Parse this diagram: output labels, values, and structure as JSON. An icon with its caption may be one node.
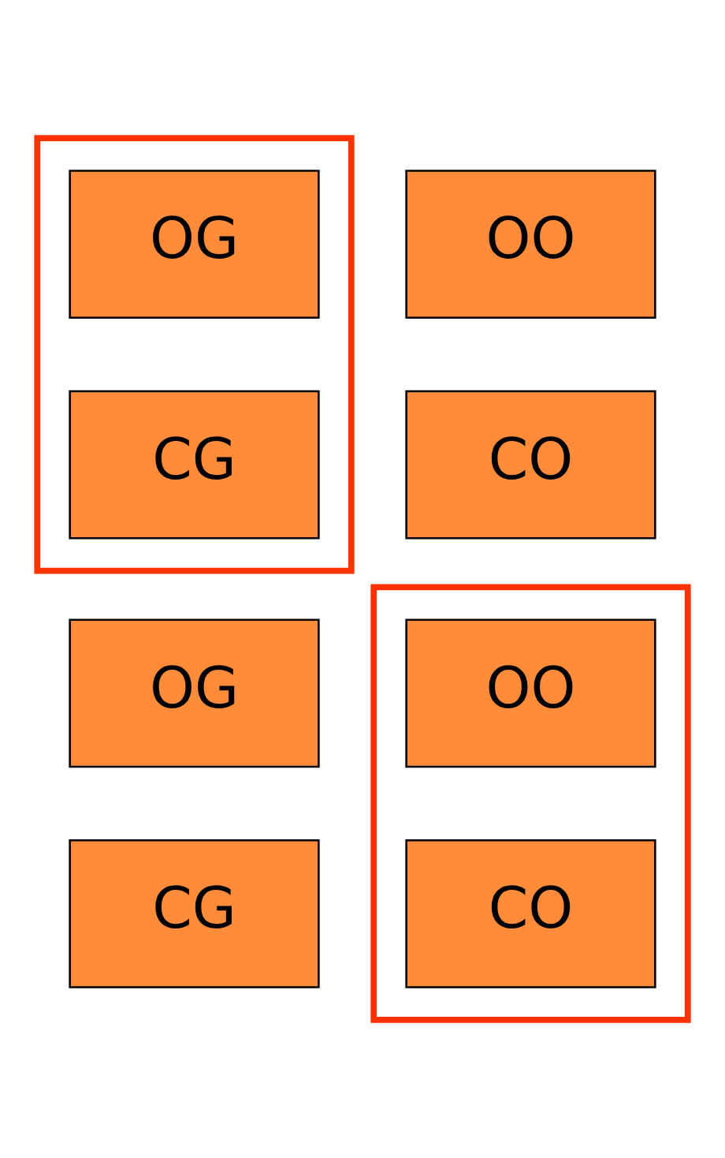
{
  "diagram": {
    "nodes": [
      {
        "text": [],
        "shape": "box"
      },
      {
        "text": [
          "OG"
        ],
        "in": 0
      },
      {
        "text": [
          "OO"
        ]
      },
      {
        "text": [
          "CG"
        ],
        "in": 0
      },
      {
        "text": [
          "CO"
        ]
      },
      {
        "text": [
          "OG"
        ]
      },
      {
        "text": [],
        "shape": "box"
      },
      {
        "text": [
          "OO"
        ],
        "in": 6
      },
      {
        "text": [
          "CG"
        ]
      },
      {
        "text": [
          "CO"
        ],
        "in": 6
      }
    ]
  }
}
